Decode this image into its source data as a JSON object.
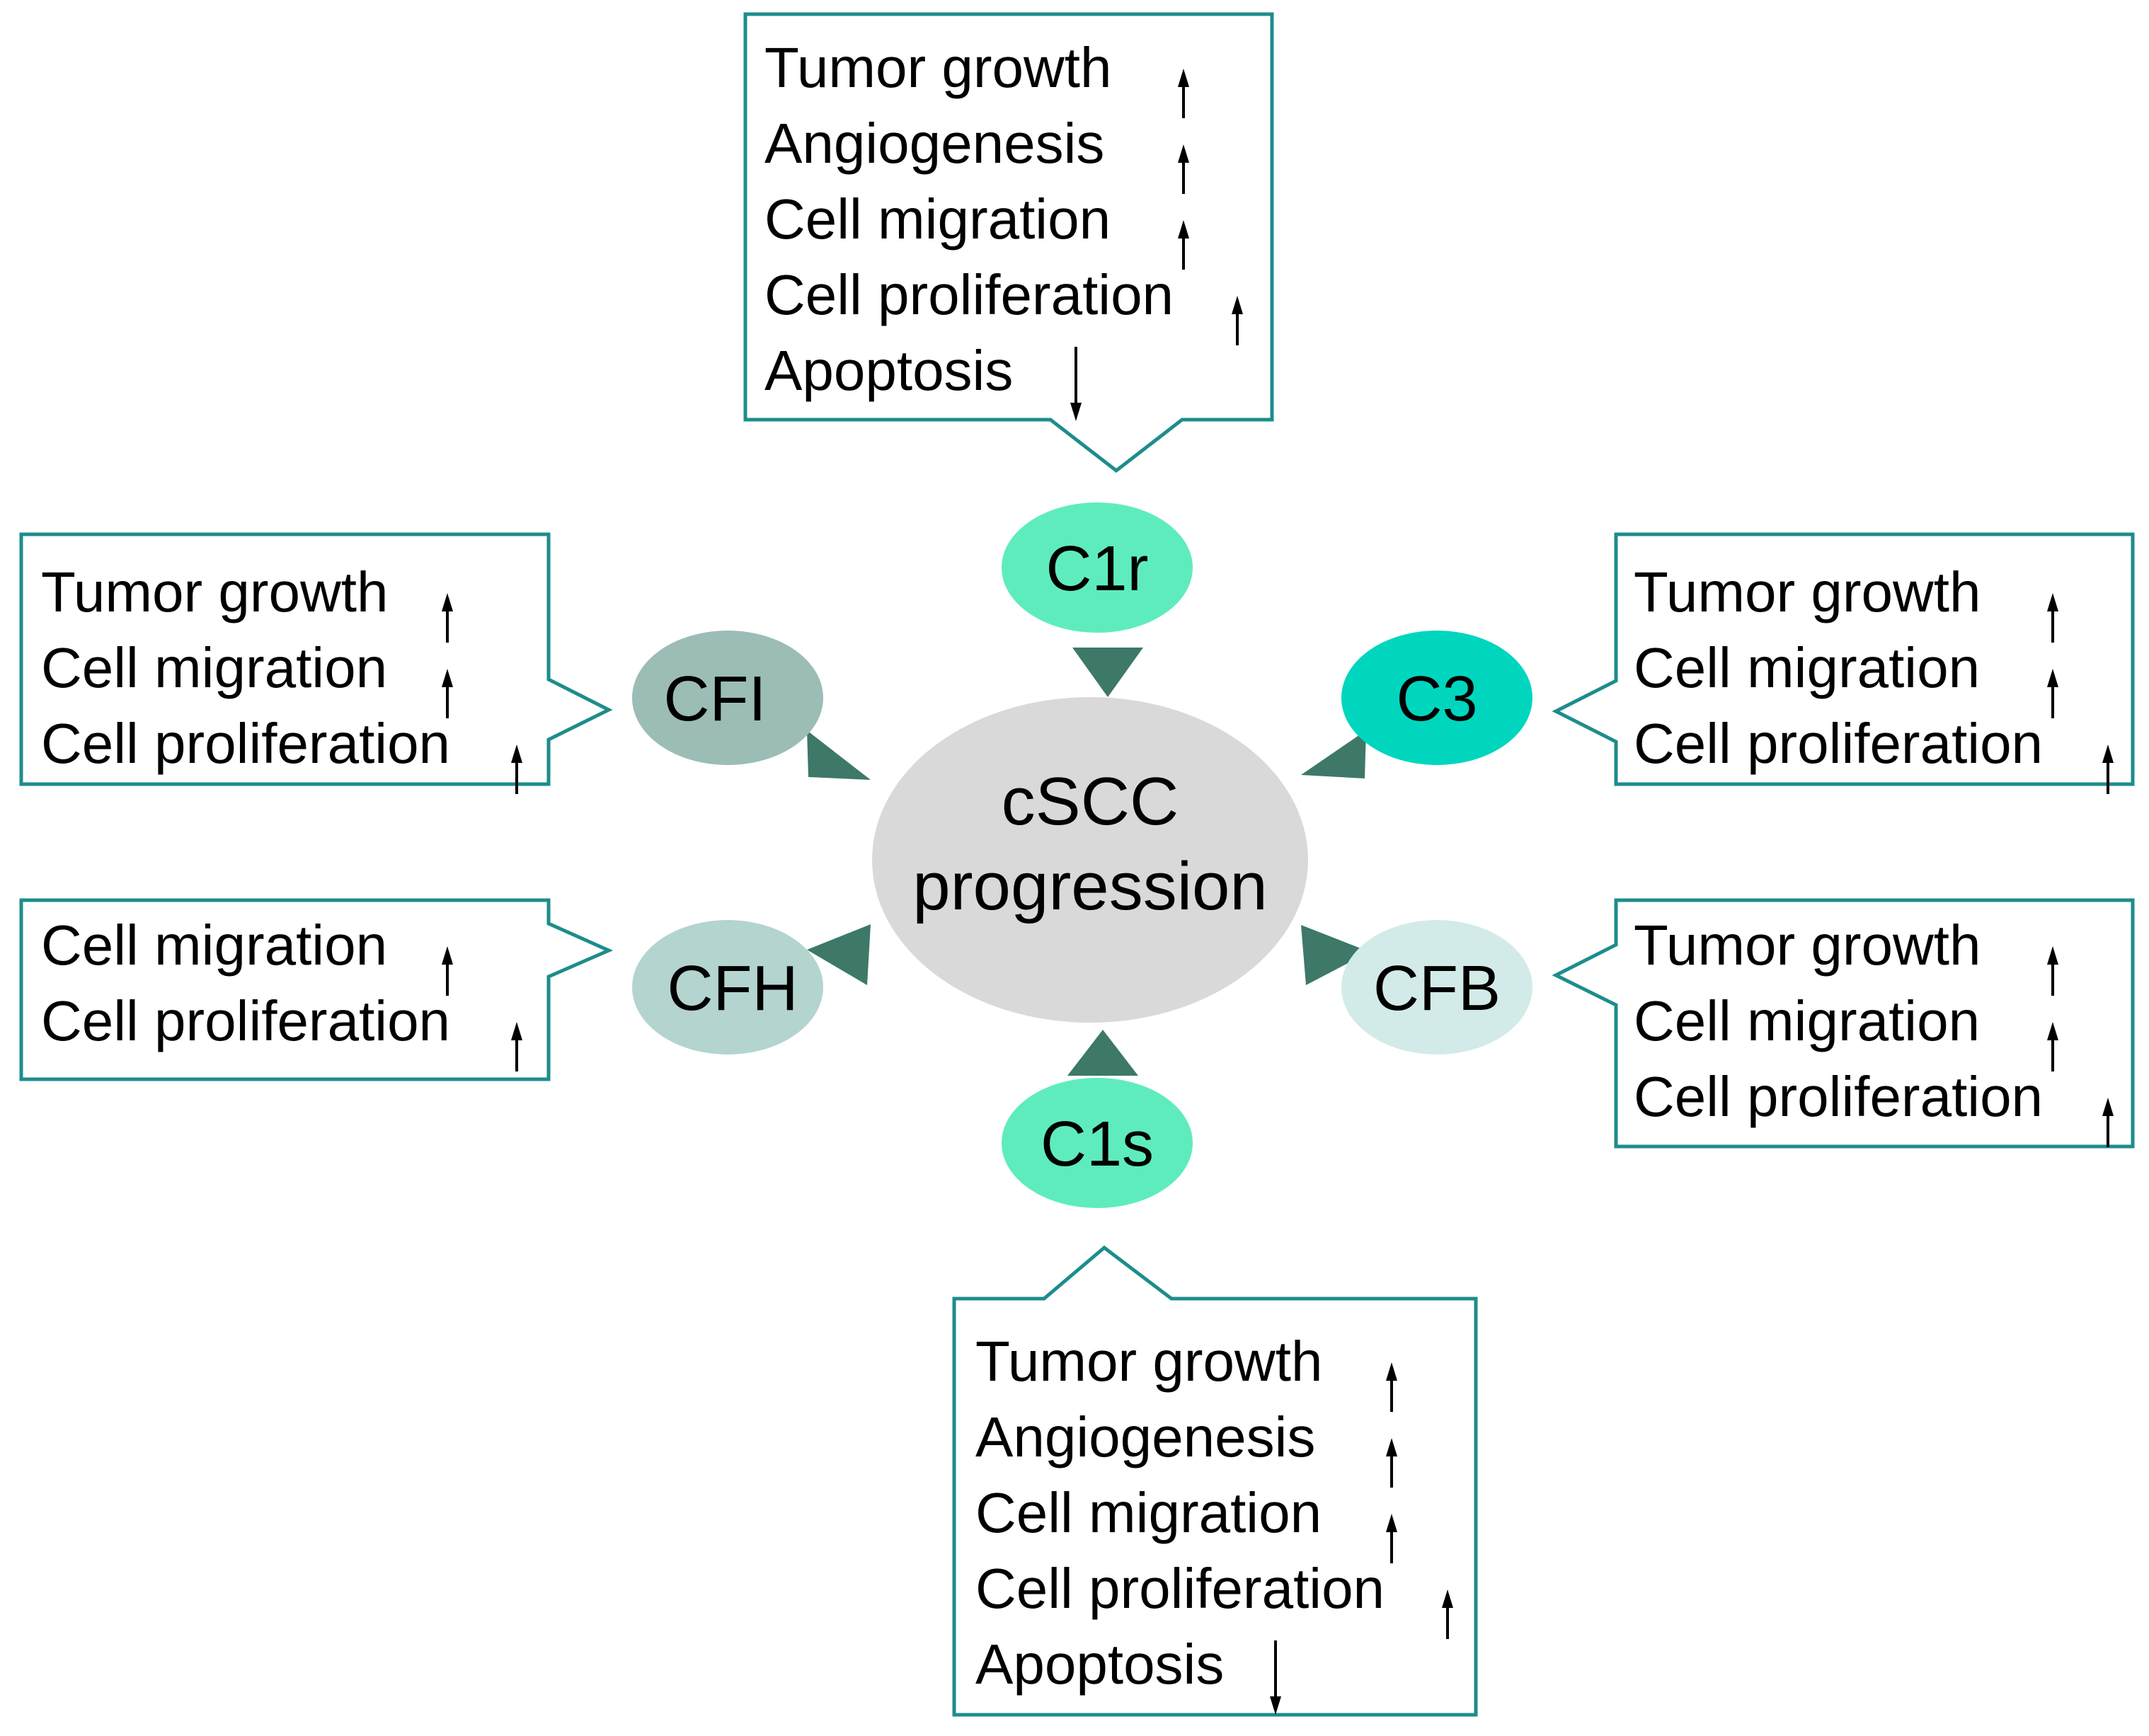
{
  "center": {
    "lines": [
      "cSCC",
      "progression"
    ],
    "color": "#d9d9d9"
  },
  "pointer_color": "#3d7868",
  "box_border_color": "#1e8c8c",
  "nodes": [
    {
      "id": "c1r",
      "label": "C1r",
      "color": "#5eecbe",
      "box": [
        {
          "text": "Tumor growth",
          "arrow": "up"
        },
        {
          "text": "Angiogenesis",
          "arrow": "up"
        },
        {
          "text": "Cell migration",
          "arrow": "up"
        },
        {
          "text": "Cell proliferation",
          "arrow": "up"
        },
        {
          "text": "Apoptosis",
          "arrow": "down"
        }
      ]
    },
    {
      "id": "c1s",
      "label": "C1s",
      "color": "#5eecbe",
      "box": [
        {
          "text": "Tumor growth",
          "arrow": "up"
        },
        {
          "text": "Angiogenesis",
          "arrow": "up"
        },
        {
          "text": "Cell migration",
          "arrow": "up"
        },
        {
          "text": "Cell proliferation",
          "arrow": "up"
        },
        {
          "text": "Apoptosis",
          "arrow": "down"
        }
      ]
    },
    {
      "id": "cfi",
      "label": "CFI",
      "color": "#9bbdb5",
      "box": [
        {
          "text": "Tumor growth",
          "arrow": "up"
        },
        {
          "text": "Cell migration",
          "arrow": "up"
        },
        {
          "text": "Cell proliferation",
          "arrow": "up"
        }
      ]
    },
    {
      "id": "cfh",
      "label": "CFH",
      "color": "#b4d4cf",
      "box": [
        {
          "text": "Cell migration",
          "arrow": "up"
        },
        {
          "text": "Cell proliferation",
          "arrow": "up"
        }
      ]
    },
    {
      "id": "c3",
      "label": "C3",
      "color": "#00d6be",
      "box": [
        {
          "text": "Tumor growth",
          "arrow": "up"
        },
        {
          "text": "Cell migration",
          "arrow": "up"
        },
        {
          "text": "Cell proliferation",
          "arrow": "up"
        }
      ]
    },
    {
      "id": "cfb",
      "label": "CFB",
      "color": "#d3ebe8",
      "box": [
        {
          "text": "Tumor growth",
          "arrow": "up"
        },
        {
          "text": "Cell migration",
          "arrow": "up"
        },
        {
          "text": "Cell proliferation",
          "arrow": "up"
        }
      ]
    }
  ]
}
